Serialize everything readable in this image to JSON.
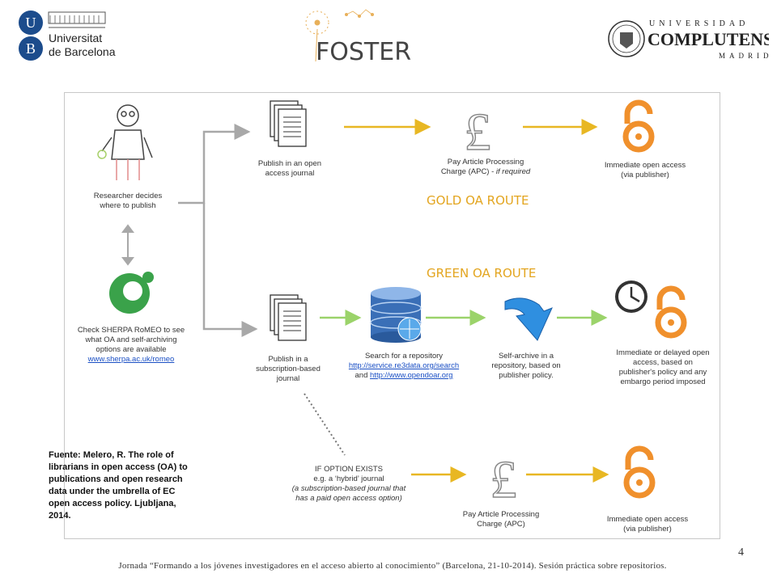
{
  "header": {
    "ub_line1": "Universitat",
    "ub_line2": "de Barcelona",
    "ub_letter_u": "U",
    "ub_letter_b": "B",
    "foster": "FOSTER",
    "ucm_top": "UNIVERSIDAD",
    "ucm_main": "COMPLUTENSE",
    "ucm_bottom": "MADRID"
  },
  "diagram": {
    "researcher": "Researcher decides where to publish",
    "sherpa_line1": "Check SHERPA RoMEO to see",
    "sherpa_line2": "what OA and self-archiving",
    "sherpa_line3": "options are available",
    "sherpa_link": "www.sherpa.ac.uk/romeo",
    "gold_publish": "Publish in an open access journal",
    "gold_apc_line1": "Pay Article Processing",
    "gold_apc_line2": "Charge (APC) - ",
    "gold_apc_italic": "if required",
    "gold_immediate_line1": "Immediate open access",
    "gold_immediate_line2": "(via publisher)",
    "gold_route": "GOLD OA ROUTE",
    "green_route": "GREEN OA ROUTE",
    "green_publish": "Publish in a subscription-based journal",
    "green_search_line1": "Search for a repository",
    "green_search_link1": "http://service.re3data.org/search",
    "green_search_and": "and ",
    "green_search_link2": "http://www.opendoar.org",
    "green_self": "Self-archive in a repository, based on publisher policy.",
    "green_immediate": "Immediate or delayed open access, based on publisher's policy and any embargo period imposed",
    "hybrid_line1": "IF OPTION EXISTS",
    "hybrid_line2": "e.g.  a ‘hybrid’ journal",
    "hybrid_line3": "(a subscription-based journal that",
    "hybrid_line4": "has a paid open access option)",
    "hybrid_apc_line1": "Pay Article Processing",
    "hybrid_apc_line2": "Charge (APC)",
    "hybrid_immediate_line1": "Immediate open access",
    "hybrid_immediate_line2": "(via publisher)",
    "pound": "£"
  },
  "source": "Fuente: Melero, R. The role of librarians in open access (OA) to publications and open research data under the umbrella of EC open access policy. Ljubljana, 2014.",
  "footer": "Jornada “Formando a los jóvenes investigadores en el acceso abierto al conocimiento” (Barcelona, 21-10-2014). Sesión práctica sobre repositorios.",
  "page_number": "4",
  "colors": {
    "gold": "#e8b723",
    "green": "#9bd36a",
    "gray_arrow": "#a8a8a8",
    "oa_orange": "#f0902c",
    "ub_blue": "#1c4c8c",
    "romeo_green": "#3aa24a"
  }
}
